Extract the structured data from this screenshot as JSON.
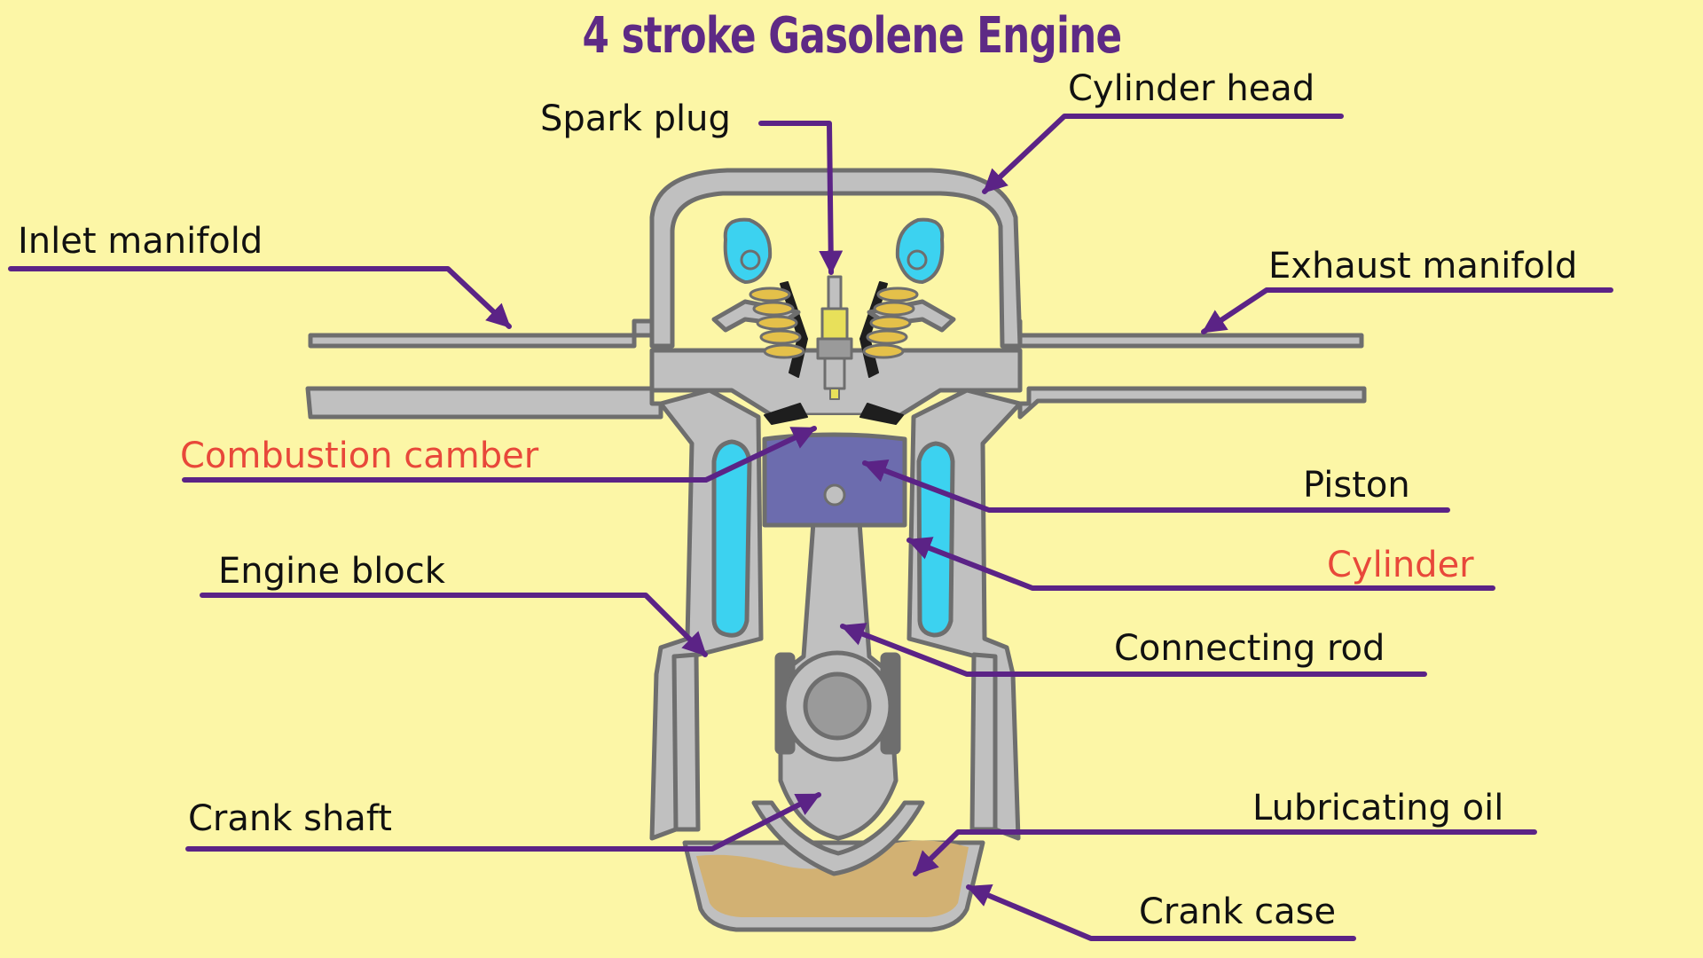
{
  "title": "4 stroke Gasolene Engine",
  "labels": {
    "spark_plug": "Spark plug",
    "cylinder_head": "Cylinder head",
    "inlet_manifold": "Inlet manifold",
    "exhaust_manifold": "Exhaust manifold",
    "combustion_chamber": "Combustion camber",
    "piston": "Piston",
    "cylinder": "Cylinder",
    "engine_block": "Engine block",
    "connecting_rod": "Connecting rod",
    "crank_shaft": "Crank shaft",
    "lubricating_oil": "Lubricating oil",
    "crank_case": "Crank case"
  },
  "colors": {
    "background": "#fcf6a6",
    "title": "#5e2a85",
    "leader_line": "#5b2386",
    "label_text": "#111111",
    "highlight_label": "#e8483a",
    "metal": "#c0c0c0",
    "metal_outline": "#6e6e6e",
    "coolant": "#3cd2f0",
    "piston": "#6c6cae",
    "spring": "#e4c04a",
    "oil": "#d2b173"
  }
}
